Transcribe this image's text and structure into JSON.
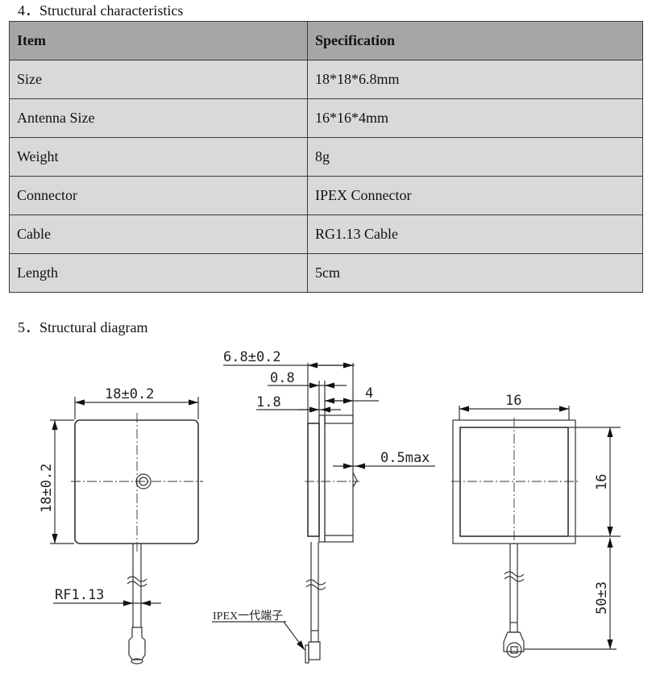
{
  "section4": {
    "title": "4．Structural characteristics",
    "table": {
      "headers": [
        "Item",
        "Specification"
      ],
      "rows": [
        [
          "Size",
          "18*18*6.8mm"
        ],
        [
          "Antenna Size",
          "16*16*4mm"
        ],
        [
          "Weight",
          "8g"
        ],
        [
          "Connector",
          "IPEX Connector"
        ],
        [
          "Cable",
          "RG1.13 Cable"
        ],
        [
          "Length",
          "5cm"
        ]
      ]
    },
    "colors": {
      "header_bg": "#a6a6a6",
      "row_bg": "#d9d9d9",
      "border": "#3a3a3a"
    }
  },
  "section5": {
    "title": "5．Structural diagram",
    "front_view": {
      "width_dim": "18±0.2",
      "height_dim": "18±0.2",
      "cable_label": "RF1.13"
    },
    "side_view": {
      "total_thickness": "6.8±0.2",
      "dim_0_8": "0.8",
      "dim_1_8": "1.8",
      "dim_4": "4",
      "protrusion": "0.5max",
      "connector_label": "IPEX一代端子"
    },
    "back_view": {
      "width_dim": "16",
      "height_dim": "16",
      "cable_length": "50±3"
    }
  }
}
